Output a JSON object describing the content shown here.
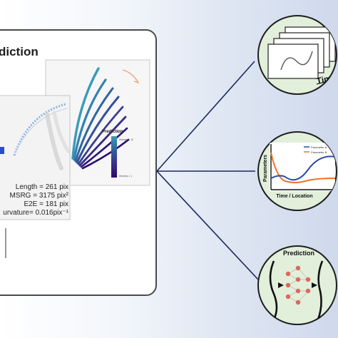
{
  "panel": {
    "title_fragment": "diction",
    "measurements": [
      {
        "label": "Length",
        "value": "261 pix"
      },
      {
        "label": "MSRG",
        "value": "3175 pix²"
      },
      {
        "label": "E2E",
        "value": "181 pix"
      },
      {
        "label": "urvature",
        "value": "0.016pix⁻¹"
      }
    ],
    "measurement_lines": [
      "Length = 261 pix",
      "MSRG = 3175 pix²",
      "E2E = 181 pix",
      "urvature= 0.016pix⁻¹"
    ],
    "colorbar_title": "Prediction",
    "colorbar_top_label": "timestep = 10",
    "colorbar_bottom_label": "timestep = 1"
  },
  "circles": {
    "time": {
      "axis_label": "Time"
    },
    "params": {
      "y_label": "Parameters",
      "x_label": "Time / Location",
      "legend": [
        "Parameter A",
        "Parameter B"
      ]
    },
    "prediction": {
      "title": "Prediction"
    }
  },
  "colors": {
    "panel_border": "#4a4a4a",
    "panel_fill": "#ffffff",
    "circle_fill": "#e2efdb",
    "connector": "#1a2a5a",
    "prediction_dark": "#2a0a6e",
    "prediction_light": "#3a9ab8",
    "orange_series": "#f07020",
    "blue_series": "#2a4aa8",
    "nn_nodes": "#d96a5a"
  }
}
